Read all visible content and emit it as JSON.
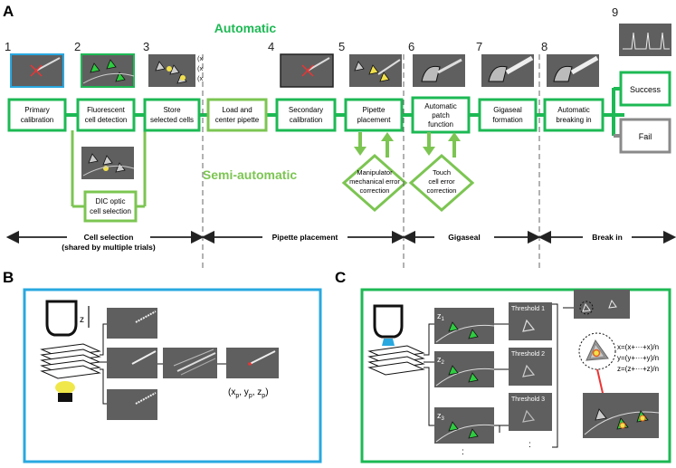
{
  "panel_a": {
    "letter": "A",
    "automatic_label": "Automatic",
    "semi_label": "Semi-automatic",
    "step_numbers": [
      "1",
      "2",
      "3",
      "4",
      "5",
      "6",
      "7",
      "8",
      "9"
    ],
    "steps": [
      {
        "line1": "Primary",
        "line2": "calibration"
      },
      {
        "line1": "Fluorescent",
        "line2": "cell detection"
      },
      {
        "line1": "Store",
        "line2": "selected cells"
      },
      {
        "line1": "Load and",
        "line2": "center pipette"
      },
      {
        "line1": "Secondary",
        "line2": "calibration"
      },
      {
        "line1": "Pipette",
        "line2": "placement"
      },
      {
        "line1": "Automatic",
        "line2": "patch",
        "line3": "function"
      },
      {
        "line1": "Gigaseal",
        "line2": "formation"
      },
      {
        "line1": "Automatic",
        "line2": "breaking in"
      }
    ],
    "outcomes": {
      "success": "Success",
      "fail": "Fail"
    },
    "coords": [
      "(x",
      "(x",
      "(x"
    ],
    "semi_box": {
      "line1": "DIC optic",
      "line2": "cell selection"
    },
    "diamond1": {
      "line1": "Manipulator",
      "line2": "mechanical error",
      "line3": "correction"
    },
    "diamond2": {
      "line1": "Touch",
      "line2": "cell error",
      "line3": "correction"
    },
    "phases": {
      "cell_selection_1": "Cell selection",
      "cell_selection_2": "(shared by multiple trials)",
      "pipette_placement": "Pipette placement",
      "gigaseal": "Gigaseal",
      "break_in": "Break in"
    }
  },
  "panel_b": {
    "letter": "B",
    "z_label": "z",
    "result_label": "(x",
    "result_p1": "p",
    "result_y": ", y",
    "result_p2": "p",
    "result_z": ", z",
    "result_p3": "p",
    "result_close": ")"
  },
  "panel_c": {
    "letter": "C",
    "slices": [
      "z",
      "z",
      "z"
    ],
    "slice_subs": [
      "1",
      "2",
      "3"
    ],
    "thresholds": [
      "Threshold 1",
      "Threshold 2",
      "Threshold 3"
    ],
    "ellipsis": ":",
    "formulas": [
      "x=(x",
      "y=(y",
      "z=(z"
    ],
    "formula_tails": [
      "+···+x",
      "+···+y",
      "+···+z"
    ],
    "formula_ends": [
      ")/n",
      ")/n",
      ")/n"
    ]
  },
  "colors": {
    "green": "#1db954",
    "light_green": "#7cc552",
    "blue_border": "#29a8e0",
    "gray": "#8a8a8a",
    "image_bg": "#5f5f5f"
  }
}
